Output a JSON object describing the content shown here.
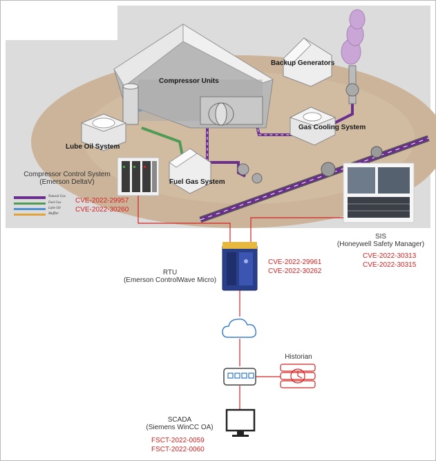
{
  "plant_labels": {
    "compressor_units": "Compressor Units",
    "backup_generators": "Backup Generators",
    "lube_oil_system": "Lube Oil System",
    "gas_cooling_system": "Gas Cooling System",
    "fuel_gas_system": "Fuel Gas System"
  },
  "legend": [
    {
      "label": "Natural Gas",
      "color": "#6a2e8c"
    },
    {
      "label": "Fuel Gas",
      "color": "#4f9a55"
    },
    {
      "label": "Lube Oil",
      "color": "#4a8fd0"
    },
    {
      "label": "Muffler",
      "color": "#e0a33a"
    }
  ],
  "nodes": {
    "compressor_control": {
      "name": "Compressor Control System",
      "product": "(Emerson DeltaV)",
      "cves": [
        "CVE-2022-29957",
        "CVE-2022-30260"
      ]
    },
    "sis": {
      "name": "SIS",
      "product": "(Honeywell Safety Manager)",
      "cves": [
        "CVE-2022-30313",
        "CVE-2022-30315"
      ]
    },
    "rtu": {
      "name": "RTU",
      "product": "(Emerson ControlWave Micro)",
      "cves": [
        "CVE-2022-29961",
        "CVE-2022-30262"
      ]
    },
    "historian": {
      "name": "Historian"
    },
    "scada": {
      "name": "SCADA",
      "product": "(Siemens WinCC OA)",
      "cves": [
        "FSCT-2022-0059",
        "FSCT-2022-0060"
      ]
    }
  },
  "icons": [
    "cloud-icon",
    "network-switch-icon",
    "historian-database-icon",
    "monitor-icon",
    "rtu-device-icon",
    "controller-rack-icon",
    "sis-cabinet-icon"
  ],
  "colors": {
    "link_line": "#d42222",
    "cve_text": "#d42222",
    "natural_gas_pipe": "#6a2e8c",
    "ground": "#cbb49a",
    "icon_blue": "#3b7fcf"
  }
}
